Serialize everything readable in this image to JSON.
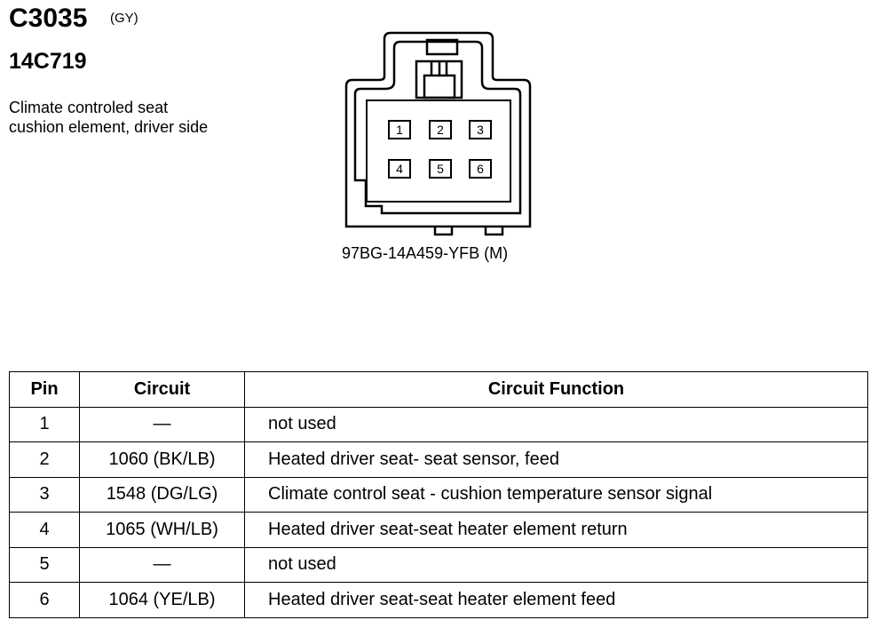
{
  "connector": {
    "id": "C3035",
    "color_code": "(GY)",
    "part_number": "14C719",
    "description_lines": [
      "Climate controled seat",
      "cushion element, driver side"
    ],
    "connector_label": "97BG-14A459-YFB (M)",
    "pin_numbers": [
      "1",
      "2",
      "3",
      "4",
      "5",
      "6"
    ]
  },
  "table": {
    "headers": [
      "Pin",
      "Circuit",
      "Circuit Function"
    ],
    "rows": [
      {
        "pin": "1",
        "circuit": "—",
        "function": "not used"
      },
      {
        "pin": "2",
        "circuit": "1060 (BK/LB)",
        "function": "Heated driver seat- seat sensor, feed"
      },
      {
        "pin": "3",
        "circuit": "1548 (DG/LG)",
        "function": "Climate control seat - cushion temperature sensor signal"
      },
      {
        "pin": "4",
        "circuit": "1065 (WH/LB)",
        "function": "Heated driver seat-seat heater element return"
      },
      {
        "pin": "5",
        "circuit": "—",
        "function": "not used"
      },
      {
        "pin": "6",
        "circuit": "1064 (YE/LB)",
        "function": "Heated driver seat-seat heater element feed"
      }
    ]
  }
}
